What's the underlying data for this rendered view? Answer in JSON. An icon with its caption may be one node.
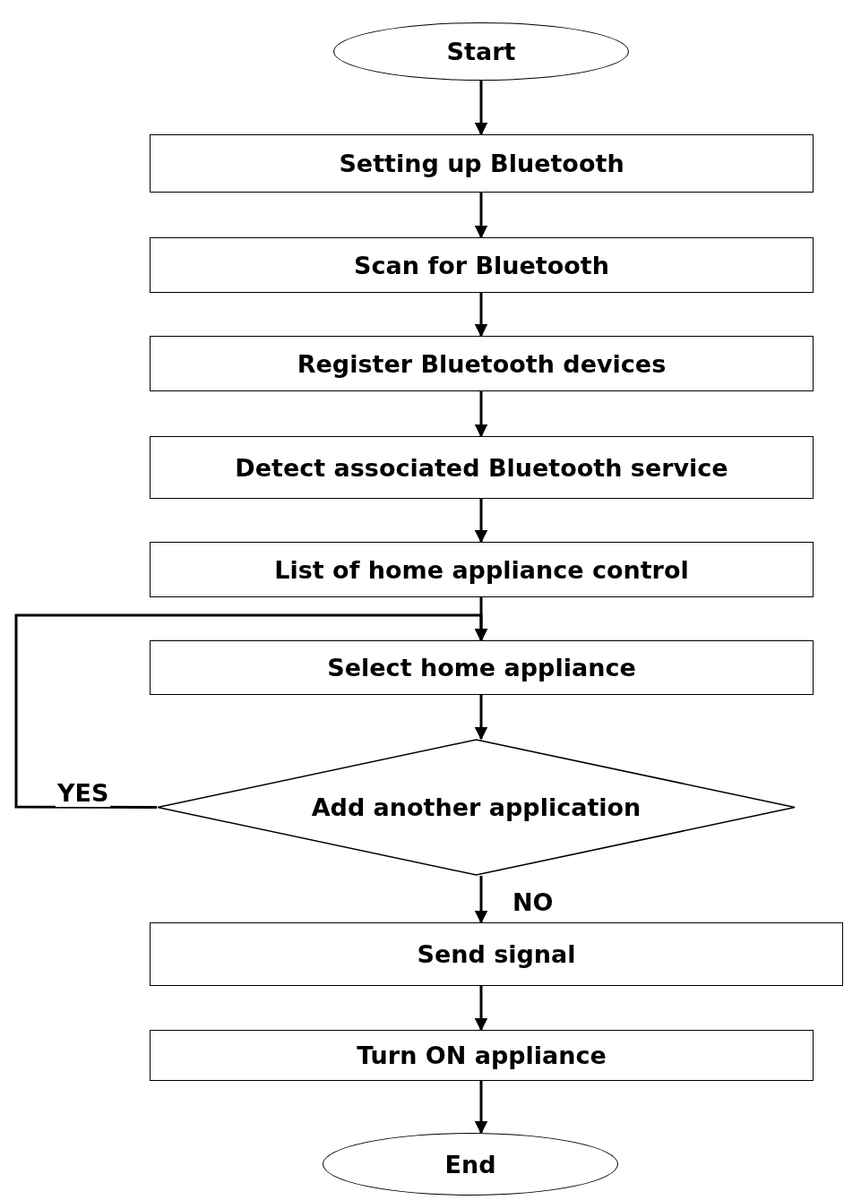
{
  "diagram": {
    "nodes": [
      {
        "text": [
          "Start"
        ]
      },
      {
        "text": [
          "Setting up Bluetooth"
        ]
      },
      {
        "text": [
          "Scan for Bluetooth"
        ]
      },
      {
        "text": [
          "Register Bluetooth devices"
        ]
      },
      {
        "text": [
          "Detect associated Bluetooth service"
        ]
      },
      {
        "text": [
          "List of home appliance control"
        ]
      },
      {
        "text": [
          "Select home appliance"
        ]
      },
      {
        "text": [
          "Add another application"
        ]
      },
      {
        "text": [
          "Send signal"
        ]
      },
      {
        "text": [
          "Turn ON appliance"
        ]
      },
      {
        "text": [
          "End"
        ]
      }
    ],
    "edges": [
      {
        "from": 0,
        "to": 1,
        "arrow": "to"
      },
      {
        "from": 1,
        "to": 2,
        "arrow": "to"
      },
      {
        "from": 2,
        "to": 3,
        "arrow": "to"
      },
      {
        "from": 3,
        "to": 4,
        "arrow": "to"
      },
      {
        "from": 4,
        "to": 5,
        "arrow": "to"
      },
      {
        "from": 5,
        "to": 6,
        "arrow": "to"
      },
      {
        "from": 6,
        "to": 7,
        "arrow": "to"
      },
      {
        "from": 7,
        "to": 6,
        "arrow": "to",
        "label": "YES"
      },
      {
        "from": 7,
        "to": 8,
        "arrow": "to",
        "label": "NO"
      },
      {
        "from": 8,
        "to": 9,
        "arrow": "to"
      },
      {
        "from": 9,
        "to": 10,
        "arrow": "to"
      }
    ]
  }
}
